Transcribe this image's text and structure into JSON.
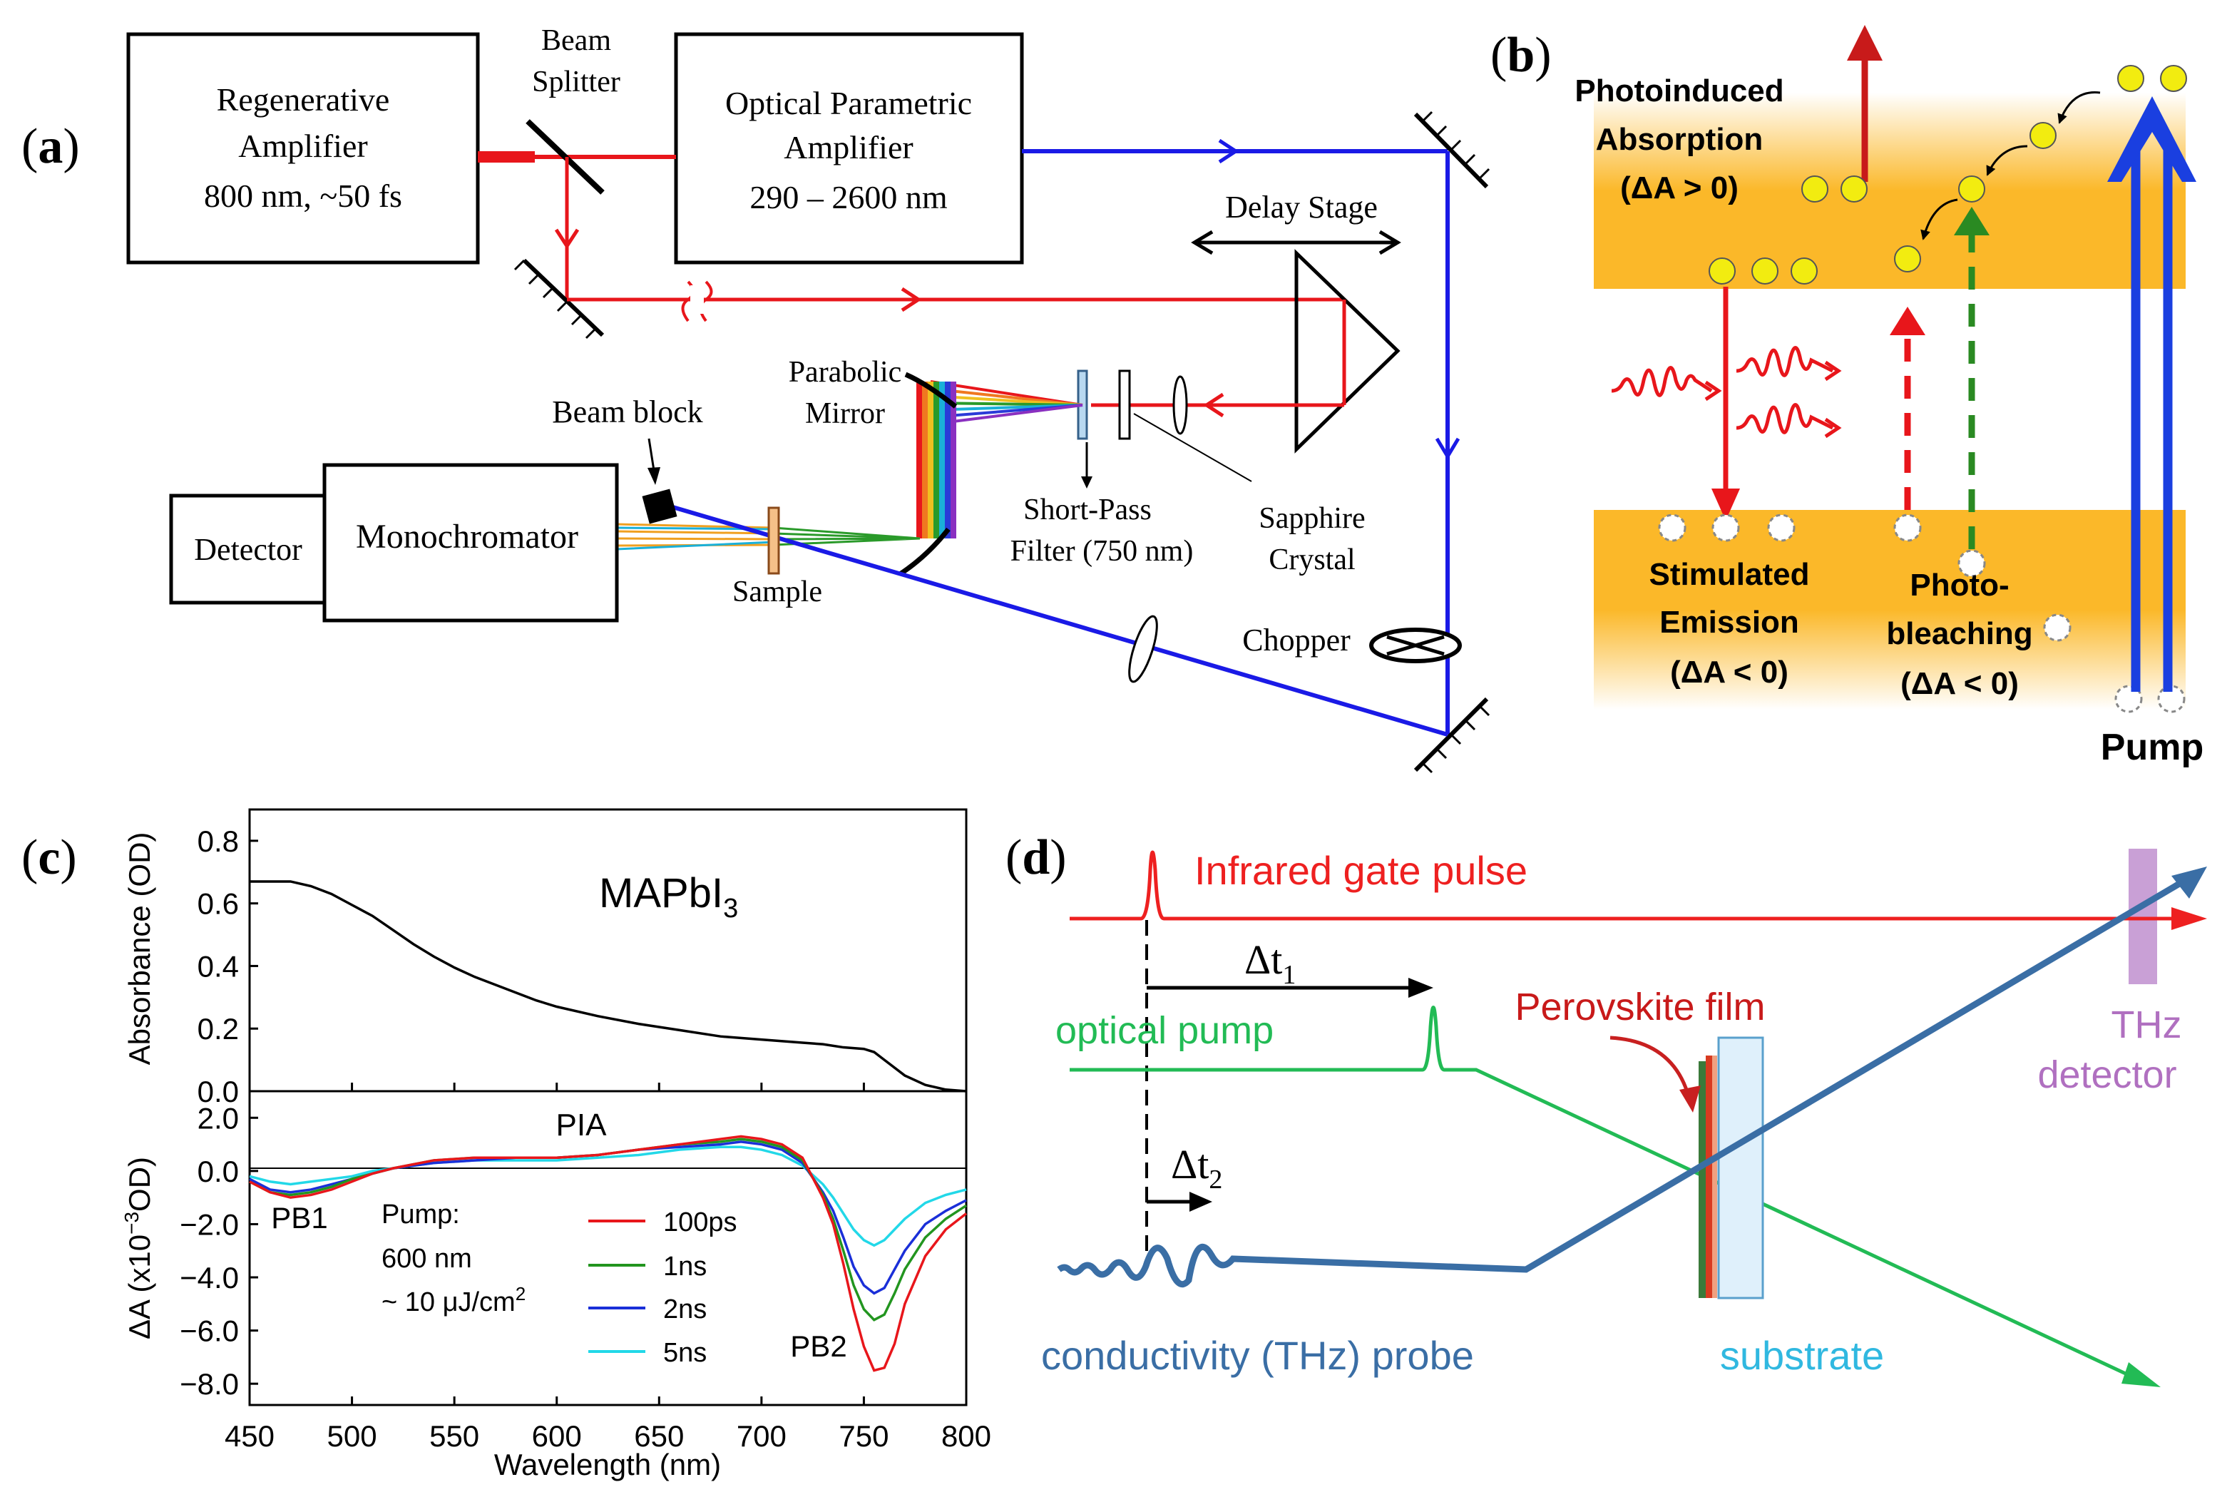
{
  "panel_a": {
    "label_letter": "a",
    "regen_amp": [
      "Regenerative",
      "Amplifier",
      "800 nm, ~50 fs"
    ],
    "beam_splitter": [
      "Beam",
      "Splitter"
    ],
    "opa": [
      "Optical Parametric",
      "Amplifier",
      "290 – 2600 nm"
    ],
    "delay_stage": "Delay Stage",
    "parabolic_mirror": [
      "Parabolic",
      "Mirror"
    ],
    "beam_block": "Beam block",
    "detector": "Detector",
    "monochromator": "Monochromator",
    "sample": "Sample",
    "short_pass": [
      "Short-Pass",
      "Filter (750 nm)"
    ],
    "sapphire": [
      "Sapphire",
      "Crystal"
    ],
    "chopper": "Chopper",
    "colors": {
      "red": "#e8161b",
      "blue": "#1a1ae6"
    }
  },
  "panel_b": {
    "label_letter": "b",
    "pia": [
      "Photoinduced",
      "Absorption",
      "(ΔA > 0)"
    ],
    "se": [
      "Stimulated",
      "Emission",
      "(ΔA < 0)"
    ],
    "pb": [
      "Photo-",
      "bleaching",
      "(ΔA < 0)"
    ],
    "pump": "Pump",
    "colors": {
      "band": "#fbb829",
      "electron": "#f2ec10",
      "arrow_red": "#e8161b",
      "arrow_green": "#2a8a22",
      "arrow_blue": "#1a3fe0"
    }
  },
  "panel_c": {
    "label_letter": "c",
    "compound_main": "MAPbI",
    "compound_sub": "3",
    "pia": "PIA",
    "pb1": "PB1",
    "pb2": "PB2",
    "pump_info": [
      "Pump:",
      "600 nm",
      "~ 10 μJ/cm",
      "2"
    ],
    "top_ylabel": "Absorbance (OD)",
    "bottom_ylabel_parts": [
      "ΔA (x10",
      "−3",
      "OD)"
    ],
    "xlabel": "Wavelength (nm)",
    "x_ticks": [
      "450",
      "500",
      "550",
      "600",
      "650",
      "700",
      "750",
      "800"
    ],
    "top_y_ticks": [
      "0.0",
      "0.2",
      "0.4",
      "0.6",
      "0.8"
    ],
    "bottom_y_ticks": [
      "2.0",
      "0.0",
      "−2.0",
      "−4.0",
      "−6.0",
      "−8.0"
    ]
  },
  "chart_data": {
    "type": "line",
    "charts": [
      {
        "name": "absorbance",
        "xlabel": "Wavelength (nm)",
        "ylabel": "Absorbance (OD)",
        "xlim": [
          450,
          800
        ],
        "ylim": [
          0,
          0.9
        ],
        "series": [
          {
            "x": [
              450,
              470,
              480,
              490,
              500,
              510,
              520,
              530,
              540,
              550,
              560,
              570,
              580,
              590,
              600,
              620,
              640,
              660,
              680,
              700,
              720,
              730,
              740,
              750,
              755,
              760,
              770,
              780,
              790,
              800
            ],
            "y": [
              0.67,
              0.67,
              0.655,
              0.63,
              0.595,
              0.56,
              0.515,
              0.47,
              0.43,
              0.395,
              0.365,
              0.34,
              0.315,
              0.29,
              0.27,
              0.24,
              0.215,
              0.195,
              0.175,
              0.165,
              0.155,
              0.15,
              0.14,
              0.135,
              0.125,
              0.1,
              0.05,
              0.02,
              0.005,
              0.0
            ],
            "color": "#000000"
          }
        ]
      },
      {
        "name": "transient_absorption",
        "xlabel": "Wavelength (nm)",
        "ylabel": "ΔA (x10−3OD)",
        "xlim": [
          450,
          800
        ],
        "ylim": [
          -8.8,
          3.0
        ],
        "series": [
          {
            "name": "100ps",
            "color": "#e8161b",
            "x": [
              450,
              460,
              470,
              480,
              490,
              500,
              510,
              520,
              540,
              560,
              580,
              600,
              620,
              640,
              660,
              680,
              690,
              700,
              710,
              720,
              730,
              735,
              740,
              745,
              750,
              755,
              760,
              765,
              770,
              780,
              790,
              800
            ],
            "y": [
              -0.4,
              -0.8,
              -1.0,
              -0.9,
              -0.7,
              -0.4,
              -0.1,
              0.1,
              0.4,
              0.5,
              0.5,
              0.5,
              0.6,
              0.8,
              1.0,
              1.2,
              1.3,
              1.2,
              1.0,
              0.5,
              -1.0,
              -2.0,
              -3.5,
              -5.2,
              -6.6,
              -7.5,
              -7.4,
              -6.5,
              -5.0,
              -3.2,
              -2.2,
              -1.6
            ]
          },
          {
            "name": "1ns",
            "color": "#22951f",
            "x": [
              450,
              460,
              470,
              480,
              490,
              500,
              510,
              520,
              540,
              560,
              580,
              600,
              620,
              640,
              660,
              680,
              690,
              700,
              710,
              720,
              730,
              735,
              740,
              745,
              750,
              755,
              760,
              765,
              770,
              780,
              790,
              800
            ],
            "y": [
              -0.4,
              -0.8,
              -0.9,
              -0.8,
              -0.6,
              -0.3,
              -0.1,
              0.1,
              0.4,
              0.5,
              0.5,
              0.5,
              0.6,
              0.8,
              1.0,
              1.1,
              1.2,
              1.1,
              0.9,
              0.4,
              -0.9,
              -1.8,
              -3.0,
              -4.3,
              -5.2,
              -5.6,
              -5.4,
              -4.6,
              -3.7,
              -2.5,
              -1.8,
              -1.3
            ]
          },
          {
            "name": "2ns",
            "color": "#1a2fd8",
            "x": [
              450,
              460,
              470,
              480,
              490,
              500,
              510,
              520,
              540,
              560,
              580,
              600,
              620,
              640,
              660,
              680,
              690,
              700,
              710,
              720,
              730,
              735,
              740,
              745,
              750,
              755,
              760,
              765,
              770,
              780,
              790,
              800
            ],
            "y": [
              -0.3,
              -0.7,
              -0.8,
              -0.7,
              -0.5,
              -0.3,
              -0.1,
              0.1,
              0.3,
              0.4,
              0.5,
              0.5,
              0.6,
              0.8,
              0.9,
              1.0,
              1.1,
              1.0,
              0.8,
              0.3,
              -0.8,
              -1.5,
              -2.5,
              -3.6,
              -4.3,
              -4.6,
              -4.4,
              -3.7,
              -3.0,
              -2.0,
              -1.5,
              -1.1
            ]
          },
          {
            "name": "5ns",
            "color": "#22d8e8",
            "x": [
              450,
              460,
              470,
              480,
              490,
              500,
              510,
              520,
              540,
              560,
              580,
              600,
              620,
              640,
              660,
              680,
              690,
              700,
              710,
              720,
              730,
              735,
              740,
              745,
              750,
              755,
              760,
              765,
              770,
              780,
              790,
              800
            ],
            "y": [
              -0.2,
              -0.4,
              -0.5,
              -0.4,
              -0.3,
              -0.2,
              0.0,
              0.1,
              0.3,
              0.4,
              0.4,
              0.4,
              0.5,
              0.6,
              0.8,
              0.9,
              0.9,
              0.8,
              0.6,
              0.2,
              -0.5,
              -1.0,
              -1.6,
              -2.2,
              -2.6,
              -2.8,
              -2.6,
              -2.2,
              -1.8,
              -1.2,
              -0.9,
              -0.7
            ]
          }
        ]
      }
    ]
  },
  "panel_d": {
    "label_letter": "d",
    "gate": "Infrared gate pulse",
    "dt1_main": "Δt",
    "dt1_sub": "1",
    "pump": "optical pump",
    "film": "Perovskite film",
    "thz": [
      "THz",
      "detector"
    ],
    "dt2_main": "Δt",
    "dt2_sub": "2",
    "probe": "conductivity (THz) probe",
    "substrate": "substrate",
    "colors": {
      "red": "#ee2020",
      "green": "#22bb55",
      "blue": "#3a6ea5",
      "purple": "#b070c0",
      "cyan": "#30b8e0"
    }
  }
}
